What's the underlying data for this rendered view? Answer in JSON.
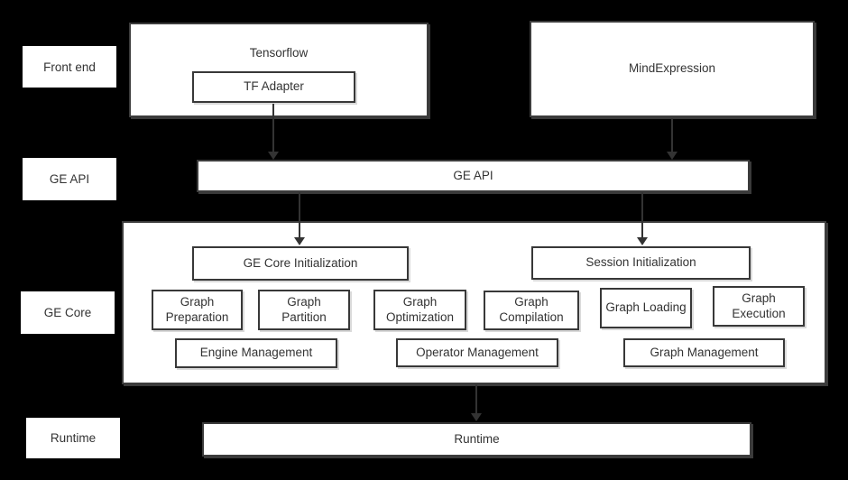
{
  "colors": {
    "background": "#000000",
    "box_fill": "#ffffff",
    "border": "#3c3c3c",
    "text": "#333333",
    "arrow": "#333333"
  },
  "side_labels": {
    "front_end": "Front end",
    "ge_api": "GE API",
    "ge_core": "GE Core",
    "runtime": "Runtime"
  },
  "front_end": {
    "tensorflow": "Tensorflow",
    "tf_adapter": "TF Adapter",
    "mindexpression": "MindExpression"
  },
  "api_layer": {
    "label": "GE API"
  },
  "ge_core": {
    "ge_core_initialization": "GE Core Initialization",
    "session_initialization": "Session Initialization",
    "modules": [
      "Graph Preparation",
      "Graph Partition",
      "Graph Optimization",
      "Graph Compilation",
      "Graph Loading",
      "Graph Execution"
    ],
    "management": [
      "Engine Management",
      "Operator Management",
      "Graph Management"
    ]
  },
  "runtime_layer": {
    "label": "Runtime"
  }
}
